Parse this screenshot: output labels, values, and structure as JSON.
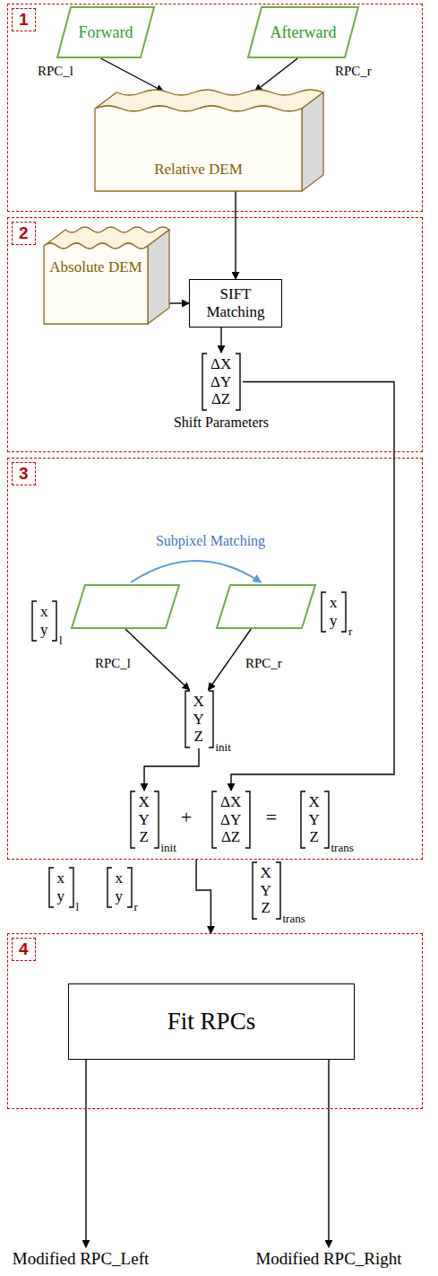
{
  "diagram": {
    "nodes": [
      {
        "text": [
          "1"
        ]
      },
      {
        "text": [
          "Forward"
        ],
        "in": 0
      },
      {
        "text": [
          "Afterward"
        ],
        "in": 0
      },
      {
        "text": [
          "Relative DEM"
        ],
        "in": 0
      },
      {
        "text": [
          "2"
        ]
      },
      {
        "text": [
          "Absolute DEM"
        ],
        "in": 4
      },
      {
        "text": [
          "SIFT Matching"
        ],
        "in": 4
      },
      {
        "text": [
          "ΔX ΔY ΔZ",
          "Shift Parameters"
        ],
        "in": 4
      },
      {
        "text": [
          "3"
        ]
      },
      {
        "text": [
          "x y",
          "l"
        ],
        "in": 8
      },
      {
        "text": [
          "x y",
          "r"
        ],
        "in": 8
      },
      {
        "text": [
          "X Y Z",
          "init"
        ],
        "in": 8
      },
      {
        "text": [
          "X Y Z",
          "init"
        ],
        "in": 8
      },
      {
        "text": [
          "ΔX ΔY ΔZ"
        ],
        "in": 8
      },
      {
        "text": [
          "X Y Z",
          "trans"
        ],
        "in": 8
      },
      {
        "text": [
          "4"
        ]
      },
      {
        "text": [
          "Fit RPCs"
        ],
        "in": 15
      },
      {
        "text": [
          "Modified RPC_Left"
        ]
      },
      {
        "text": [
          "Modified RPC_Right"
        ]
      }
    ],
    "edges": [
      {
        "from": 1,
        "to": 3,
        "label": "RPC_l",
        "arrow": "to"
      },
      {
        "from": 2,
        "to": 3,
        "label": "RPC_r",
        "arrow": "to"
      },
      {
        "from": 3,
        "to": 6,
        "arrow": "to"
      },
      {
        "from": 5,
        "to": 6,
        "arrow": "to"
      },
      {
        "from": 6,
        "to": 7,
        "arrow": "to"
      },
      {
        "from": 7,
        "to": 13,
        "arrow": "to"
      },
      {
        "from": 9,
        "to": 10,
        "label": "Subpixel Matching",
        "arrow": "to"
      },
      {
        "from": 9,
        "to": 11,
        "label": "RPC_l",
        "arrow": "to"
      },
      {
        "from": 10,
        "to": 11,
        "label": "RPC_r",
        "arrow": "to"
      },
      {
        "from": 11,
        "to": 12,
        "arrow": "to"
      },
      {
        "from": 8,
        "to": 15,
        "arrow": "to"
      },
      {
        "from": 16,
        "to": 17,
        "arrow": "to"
      },
      {
        "from": 16,
        "to": 18,
        "arrow": "to"
      }
    ],
    "labels": [
      "+",
      "=",
      "x y",
      "l",
      "x y",
      "r",
      "X Y Z",
      "trans"
    ]
  }
}
